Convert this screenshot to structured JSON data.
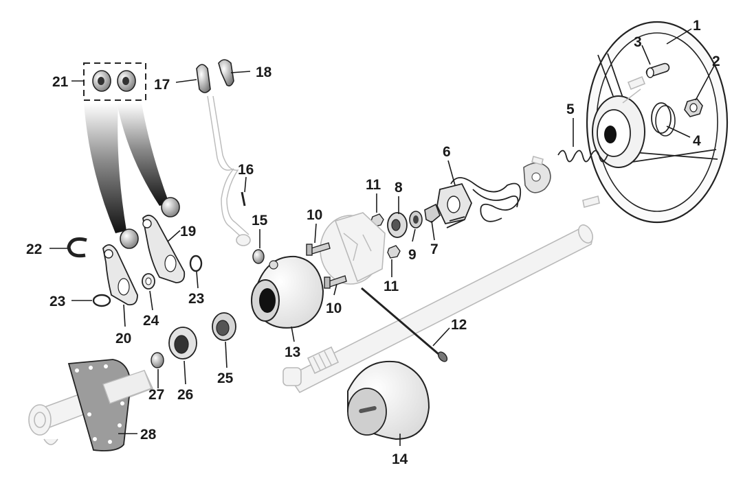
{
  "diagram": {
    "background": "#ffffff",
    "ink_color": "#1a1a1a",
    "ghost_color": "#b9b9b9",
    "part_numbers": [
      "1",
      "2",
      "3",
      "4",
      "5",
      "6",
      "7",
      "8",
      "9",
      "10",
      "10",
      "11",
      "11",
      "12",
      "13",
      "14",
      "15",
      "16",
      "17",
      "18",
      "19",
      "20",
      "21",
      "22",
      "23",
      "23",
      "24",
      "25",
      "26",
      "27",
      "28"
    ]
  }
}
